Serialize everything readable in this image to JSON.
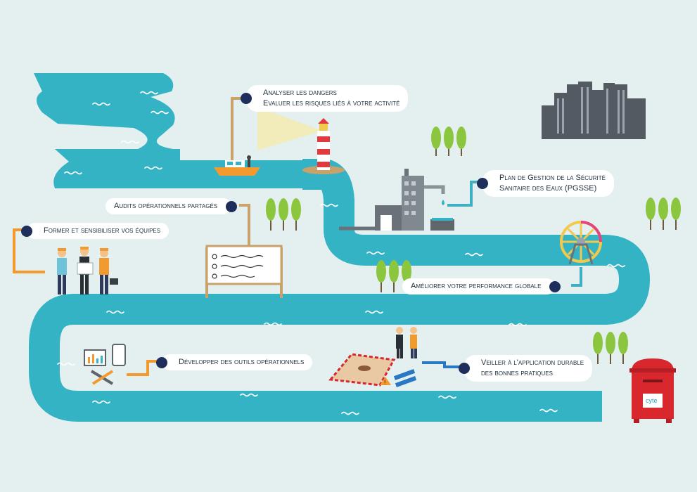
{
  "steps": [
    {
      "id": "analyser",
      "lines": [
        "Analyser les dangers",
        "Evaluer les risques liés à votre activité"
      ]
    },
    {
      "id": "pgsse",
      "lines": [
        "Plan de Gestion de la Sécurité",
        "Sanitaire des Eaux (PGSSE)"
      ]
    },
    {
      "id": "audits",
      "lines": [
        "Audits opérationnels partagés"
      ]
    },
    {
      "id": "former",
      "lines": [
        "Former et sensibiliser vos équipes"
      ]
    },
    {
      "id": "ameliorer",
      "lines": [
        "Améliorer votre performance globale"
      ]
    },
    {
      "id": "developper",
      "lines": [
        "Développer des outils opérationnels"
      ]
    },
    {
      "id": "veiller",
      "lines": [
        "Veiller à l'application durable",
        "des bonnes pratiques"
      ]
    }
  ],
  "logo_text": "cyte",
  "colors": {
    "background": "#e3f0ef",
    "river": "#34b3c5",
    "connector_teal": "#3fb0c1",
    "connector_orange": "#f29a2e",
    "connector_blue": "#2a78c3",
    "connector_tan": "#c9a26b",
    "dot": "#1f2f5c",
    "mailbox": "#d9272e",
    "buildings": "#535a61",
    "trees": "#8cc63f"
  }
}
